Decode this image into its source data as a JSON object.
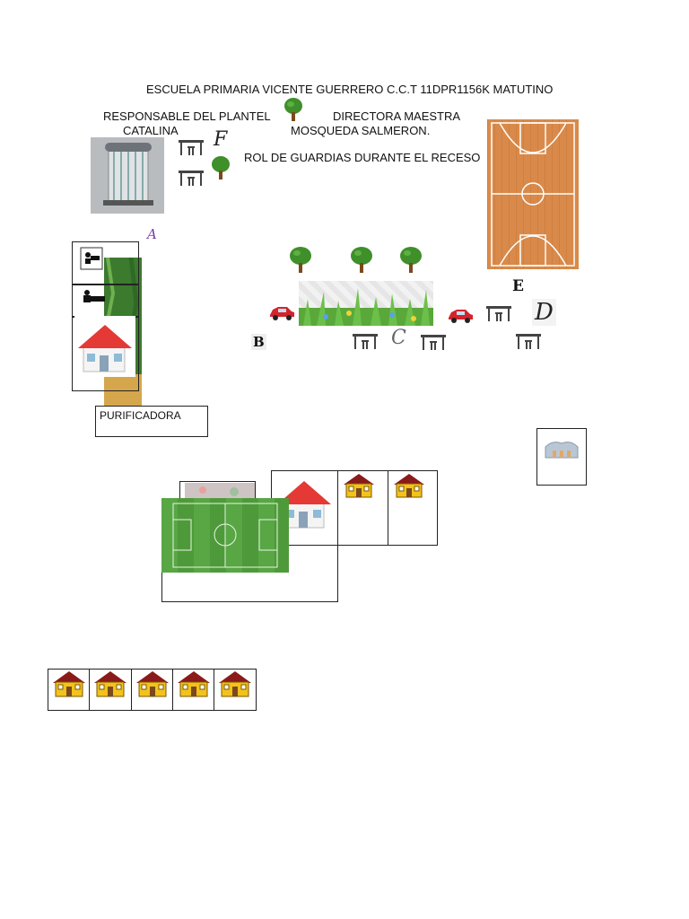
{
  "header": {
    "school_line": "ESCUELA PRIMARIA VICENTE GUERRERO C.C.T 11DPR1156K MATUTINO",
    "responsable": "RESPONSABLE DEL PLANTEL",
    "directora": "DIRECTORA MAESTRA",
    "catalina": "CATALINA",
    "mosqueda": "MOSQUEDA SALMERON.",
    "rol": "ROL DE GUARDIAS DURANTE EL RECESO"
  },
  "labels": {
    "purificadora": "PURIFICADORA"
  },
  "letters": {
    "a": "A",
    "b": "B",
    "c": "C",
    "d": "D",
    "e": "E",
    "f": "F"
  },
  "colors": {
    "court_wood": "#d98a4a",
    "grass": "#4e9a3a",
    "tree_green": "#3f8f2a",
    "car_red": "#d4232b",
    "house_roof": "#e53935",
    "school_house_yellow": "#f3c21b"
  }
}
